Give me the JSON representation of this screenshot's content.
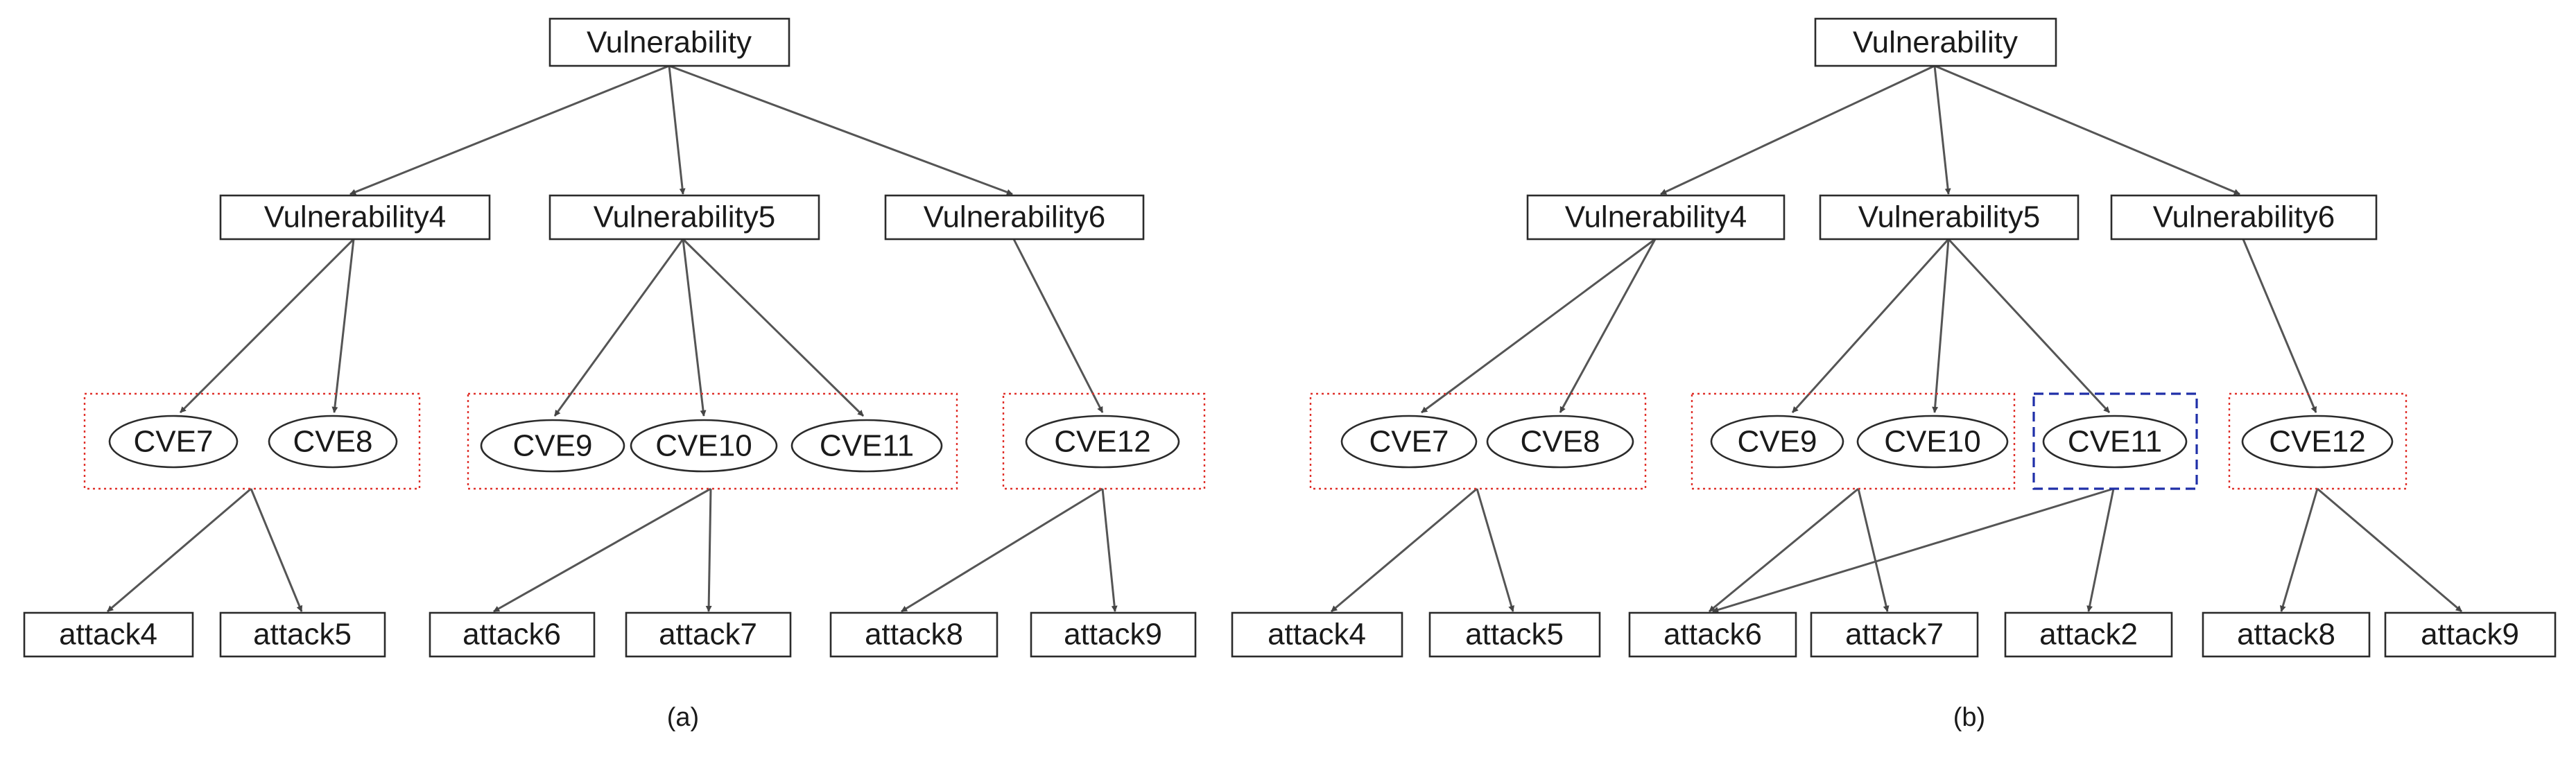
{
  "colors": {
    "line": "#555555",
    "group_red": "#e0302a",
    "group_blue": "#1f2fa8"
  },
  "panels": [
    {
      "caption": "(a)",
      "root": "Vulnerability",
      "vulnerabilities": [
        "Vulnerability4",
        "Vulnerability5",
        "Vulnerability6"
      ],
      "cves": [
        "CVE7",
        "CVE8",
        "CVE9",
        "CVE10",
        "CVE11",
        "CVE12"
      ],
      "attacks": [
        "attack4",
        "attack5",
        "attack6",
        "attack7",
        "attack8",
        "attack9"
      ],
      "groups": [
        {
          "members": [
            "CVE7",
            "CVE8"
          ],
          "style": "red-dotted"
        },
        {
          "members": [
            "CVE9",
            "CVE10",
            "CVE11"
          ],
          "style": "red-dotted"
        },
        {
          "members": [
            "CVE12"
          ],
          "style": "red-dotted"
        }
      ]
    },
    {
      "caption": "(b)",
      "root": "Vulnerability",
      "vulnerabilities": [
        "Vulnerability4",
        "Vulnerability5",
        "Vulnerability6"
      ],
      "cves": [
        "CVE7",
        "CVE8",
        "CVE9",
        "CVE10",
        "CVE11",
        "CVE12"
      ],
      "attacks": [
        "attack4",
        "attack5",
        "attack6",
        "attack7",
        "attack2",
        "attack8",
        "attack9"
      ],
      "groups": [
        {
          "members": [
            "CVE7",
            "CVE8"
          ],
          "style": "red-dotted"
        },
        {
          "members": [
            "CVE9",
            "CVE10"
          ],
          "style": "red-dotted"
        },
        {
          "members": [
            "CVE11"
          ],
          "style": "blue-dashed"
        },
        {
          "members": [
            "CVE12"
          ],
          "style": "red-dotted"
        }
      ]
    }
  ]
}
